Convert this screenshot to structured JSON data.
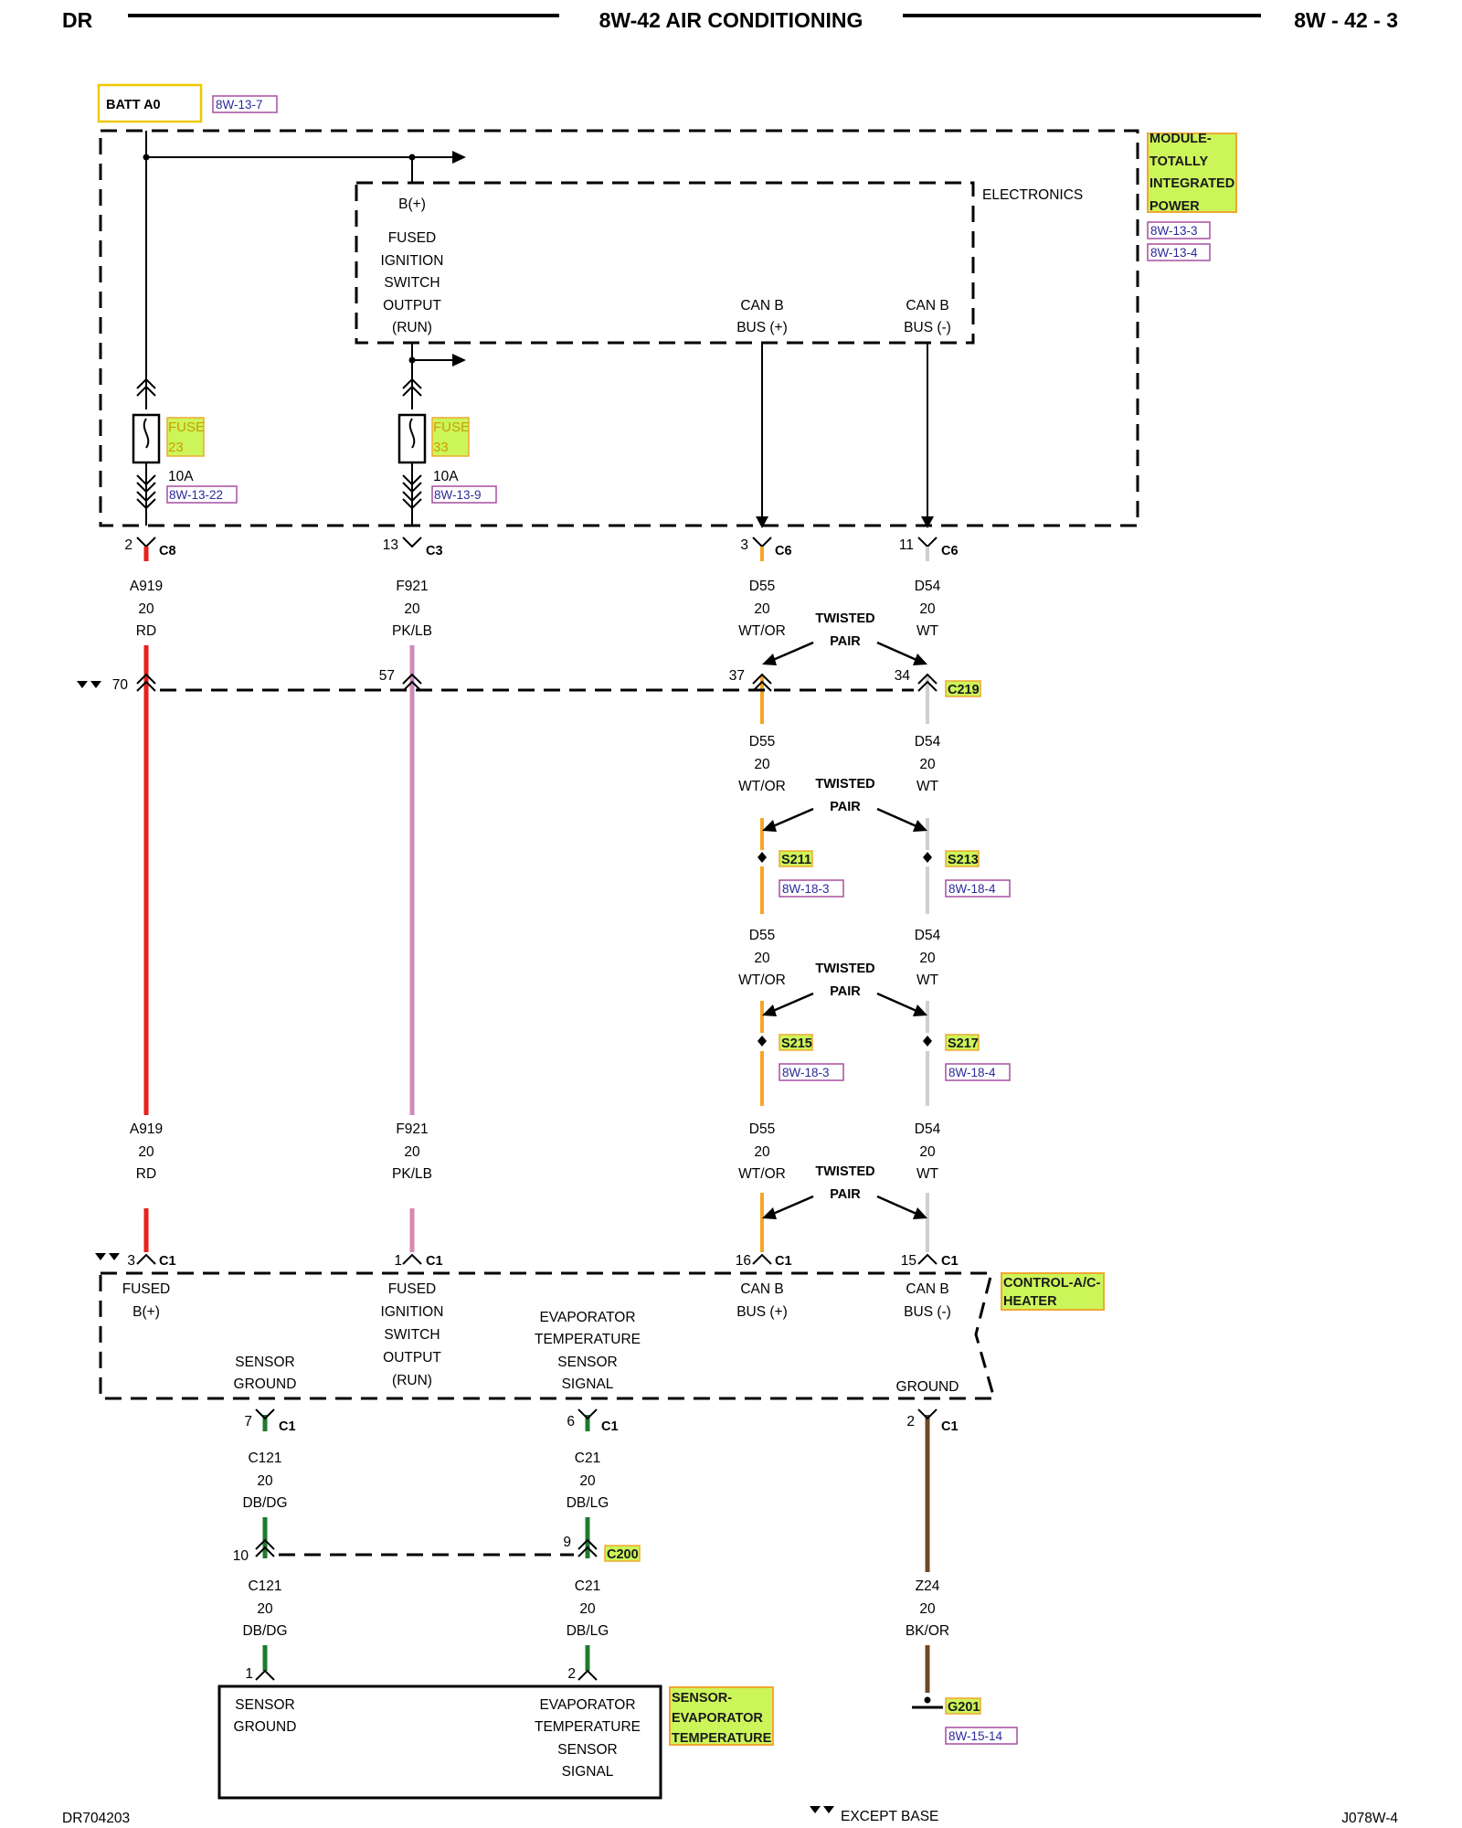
{
  "header": {
    "left": "DR",
    "title": "8W-42 AIR CONDITIONING",
    "right": "8W - 42 - 3"
  },
  "footer": {
    "left": "DR704203",
    "legend": "EXCEPT BASE",
    "right": "J078W-4"
  },
  "colors": {
    "red": "#e8201e",
    "pink": "#d988b0",
    "lightblue": "#8aa0e0",
    "orange": "#f5a623",
    "white_wire": "#cfcfcf",
    "green": "#1f7a2e",
    "brown": "#6b4a2a",
    "tag_fill": "#ccf55a",
    "tag_stroke": "#f0a830",
    "batt_stroke": "#f0c800",
    "ref_stroke": "#a64fa0"
  },
  "batt": {
    "label": "BATT A0",
    "ref": "8W-13-7"
  },
  "tipm": {
    "tag": [
      "MODULE-",
      "TOTALLY",
      "INTEGRATED",
      "POWER"
    ],
    "refs": [
      "8W-13-3",
      "8W-13-4"
    ],
    "electronics": "ELECTRONICS",
    "bplus": "B(+)",
    "fused_ign": [
      "FUSED",
      "IGNITION",
      "SWITCH",
      "OUTPUT",
      "(RUN)"
    ],
    "canb_pos": [
      "CAN B",
      "BUS (+)"
    ],
    "canb_neg": [
      "CAN B",
      "BUS (-)"
    ]
  },
  "fuses": [
    {
      "tag": [
        "FUSE",
        "23"
      ],
      "amp": "10A",
      "ref": "8W-13-22"
    },
    {
      "tag": [
        "FUSE",
        "33"
      ],
      "amp": "10A",
      "ref": "8W-13-9"
    }
  ],
  "connectors_top": [
    {
      "pin": "2",
      "name": "C8"
    },
    {
      "pin": "13",
      "name": "C3"
    },
    {
      "pin": "3",
      "name": "C6"
    },
    {
      "pin": "11",
      "name": "C6"
    }
  ],
  "wires": {
    "a919": [
      "A919",
      "20",
      "RD"
    ],
    "f921": [
      "F921",
      "20",
      "PK/LB"
    ],
    "d55": [
      "D55",
      "20",
      "WT/OR"
    ],
    "d54": [
      "D54",
      "20",
      "WT"
    ],
    "c121": [
      "C121",
      "20",
      "DB/DG"
    ],
    "c21": [
      "C21",
      "20",
      "DB/LG"
    ],
    "z24": [
      "Z24",
      "20",
      "BK/OR"
    ]
  },
  "twisted": [
    "TWISTED",
    "PAIR"
  ],
  "c219": {
    "name": "C219",
    "pins": [
      "70",
      "57",
      "37",
      "34"
    ]
  },
  "splices": {
    "s211": {
      "name": "S211",
      "ref": "8W-18-3"
    },
    "s213": {
      "name": "S213",
      "ref": "8W-18-4"
    },
    "s215": {
      "name": "S215",
      "ref": "8W-18-3"
    },
    "s217": {
      "name": "S217",
      "ref": "8W-18-4"
    }
  },
  "hvac": {
    "tag": [
      "CONTROL-A/C-",
      "HEATER"
    ],
    "pins": [
      {
        "pin": "3",
        "name": "C1"
      },
      {
        "pin": "1",
        "name": "C1"
      },
      {
        "pin": "16",
        "name": "C1"
      },
      {
        "pin": "15",
        "name": "C1"
      }
    ],
    "fused_bplus": [
      "FUSED",
      "B(+)"
    ],
    "fused_ign": [
      "FUSED",
      "IGNITION",
      "SWITCH",
      "OUTPUT",
      "(RUN)"
    ],
    "canb_pos": [
      "CAN B",
      "BUS (+)"
    ],
    "canb_neg": [
      "CAN B",
      "BUS (-)"
    ],
    "sensor_ground": [
      "SENSOR",
      "GROUND"
    ],
    "evap": [
      "EVAPORATOR",
      "TEMPERATURE",
      "SENSOR",
      "SIGNAL"
    ],
    "ground": "GROUND",
    "bottom_pins": [
      {
        "pin": "7",
        "name": "C1"
      },
      {
        "pin": "6",
        "name": "C1"
      },
      {
        "pin": "2",
        "name": "C1"
      }
    ]
  },
  "c200": {
    "name": "C200",
    "pins": [
      "10",
      "9"
    ]
  },
  "sensor": {
    "tag": [
      "SENSOR-",
      "EVAPORATOR",
      "TEMPERATURE"
    ],
    "pins": [
      "1",
      "2"
    ],
    "left": [
      "SENSOR",
      "GROUND"
    ],
    "right": [
      "EVAPORATOR",
      "TEMPERATURE",
      "SENSOR",
      "SIGNAL"
    ]
  },
  "ground": {
    "name": "G201",
    "ref": "8W-15-14"
  }
}
